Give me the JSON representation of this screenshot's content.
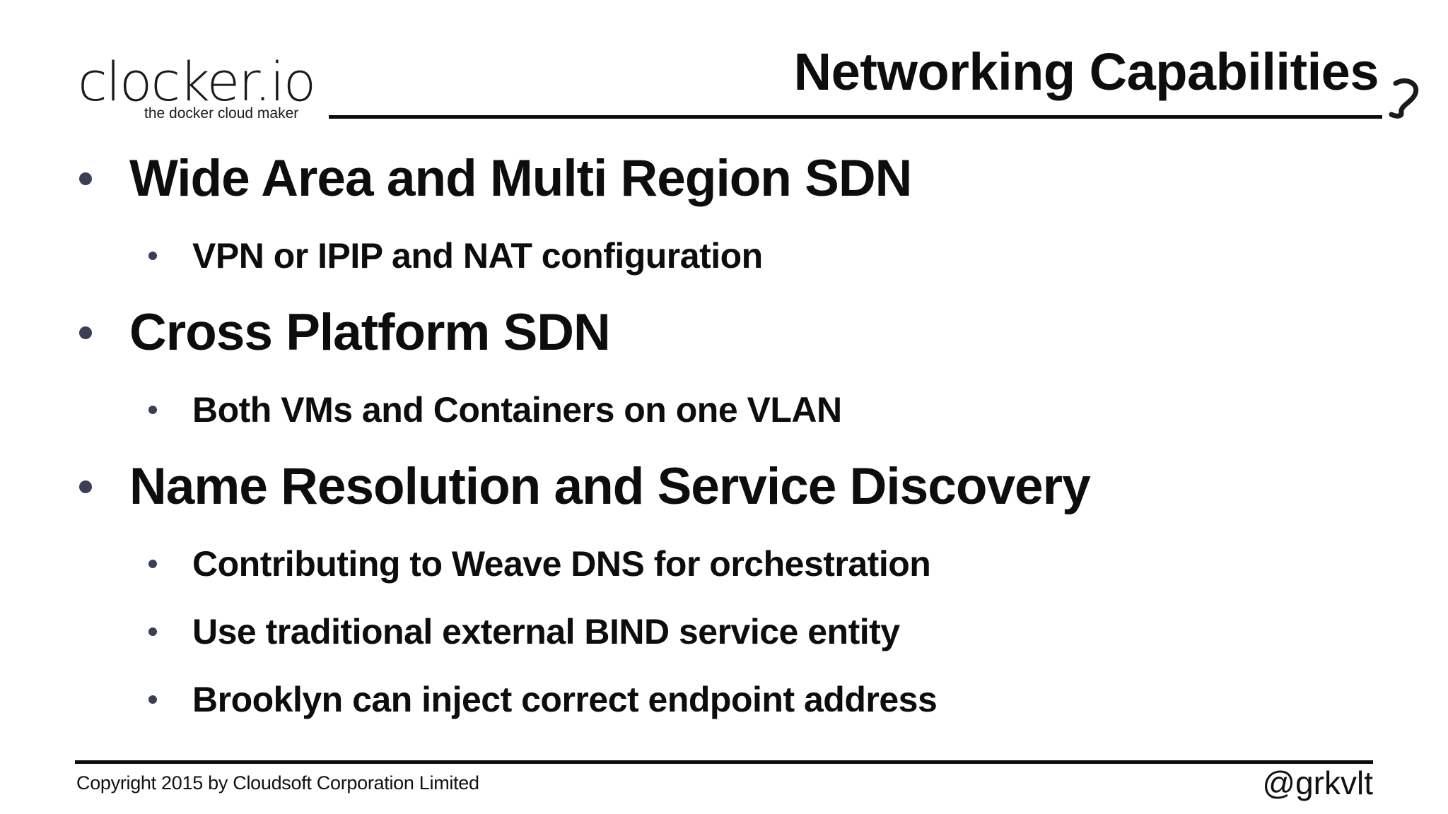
{
  "logo": {
    "wordmark": "clocker.io",
    "tagline": "the docker cloud maker"
  },
  "slide": {
    "title": "Networking Capabilities"
  },
  "bullets": [
    {
      "level": 1,
      "text": "Wide Area and Multi Region SDN"
    },
    {
      "level": 2,
      "text": "VPN or IPIP and NAT configuration"
    },
    {
      "level": 1,
      "text": "Cross Platform SDN"
    },
    {
      "level": 2,
      "text": "Both VMs and Containers on one VLAN"
    },
    {
      "level": 1,
      "text": "Name Resolution and Service Discovery"
    },
    {
      "level": 2,
      "text": "Contributing to Weave DNS for orchestration"
    },
    {
      "level": 2,
      "text": "Use traditional external BIND service entity"
    },
    {
      "level": 2,
      "text": "Brooklyn can inject correct endpoint address"
    }
  ],
  "footer": {
    "copyright": "Copyright 2015 by Cloudsoft Corporation  Limited",
    "handle": "@grkvlt"
  },
  "colors": {
    "text": "#0d0d0d",
    "bullet_dot": "#3a3f56",
    "background": "#ffffff"
  },
  "icons": {
    "corner_mark": "curl-icon"
  }
}
